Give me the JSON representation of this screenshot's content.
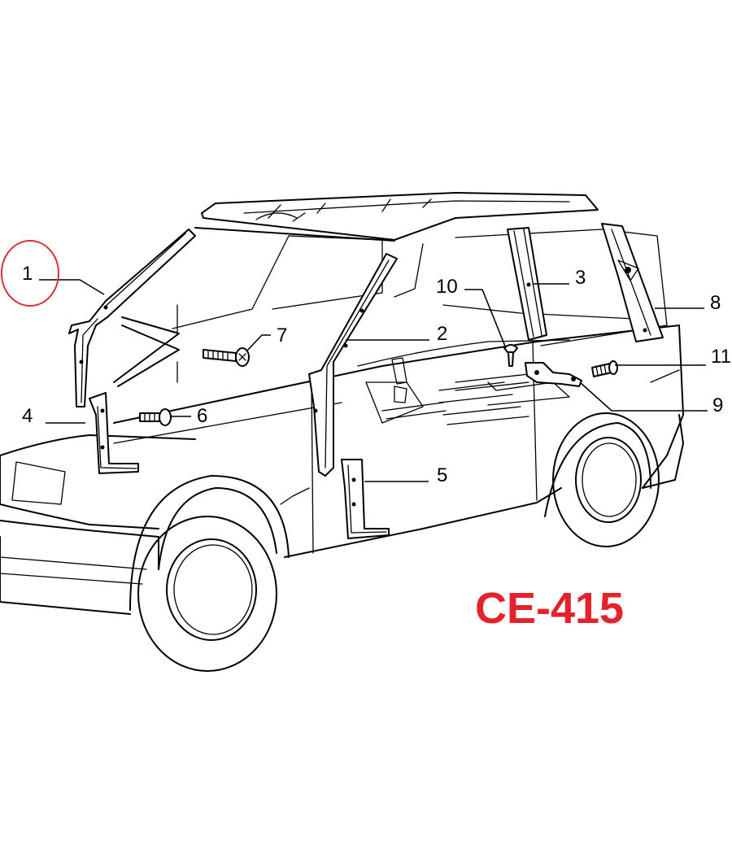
{
  "colors": {
    "line": "#000000",
    "code": "#e3222b",
    "highlight": "#d9303a"
  },
  "highlighted_part": "1",
  "callouts": [
    "1",
    "2",
    "3",
    "4",
    "5",
    "6",
    "7",
    "8",
    "9",
    "10",
    "11"
  ],
  "code_label": "CE-415"
}
